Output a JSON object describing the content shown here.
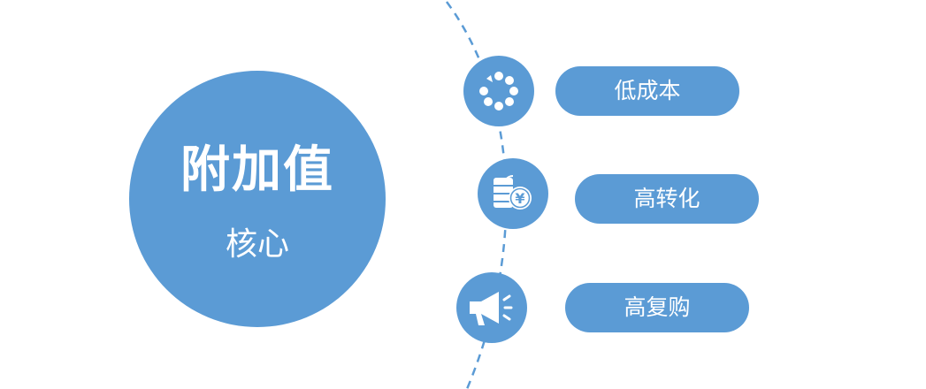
{
  "core": {
    "title": "附加值",
    "subtitle": "核心"
  },
  "items": [
    {
      "label": "低成本",
      "icon": "loading-ring-icon"
    },
    {
      "label": "高转化",
      "icon": "cash-conversion-icon"
    },
    {
      "label": "高复购",
      "icon": "megaphone-icon"
    }
  ],
  "colors": {
    "primary": "#5b9bd5",
    "text": "#ffffff",
    "background": "#ffffff"
  }
}
